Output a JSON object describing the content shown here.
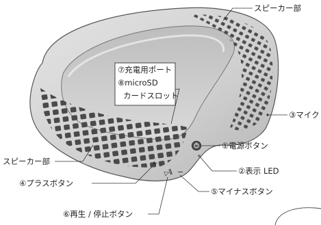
{
  "diagram": {
    "labels": {
      "speaker_top": "スピーカー部",
      "charge_port": "⑦充電用ポート",
      "microsd": "⑧microSD",
      "card_slot": "カードスロット",
      "mic": "③マイク",
      "power_button": "①電源ボタン",
      "led": "②表示 LED",
      "speaker_left": "スピーカー部",
      "plus_button": "④プラスボタン",
      "minus_button": "⑤マイナスボタン",
      "play_pause": "⑥再生 / 停止ボタン"
    },
    "button_marks": {
      "plus": "+",
      "play": "▷ǁ",
      "minus": "−"
    },
    "colors": {
      "body": "#cfcfcf",
      "body_shade": "#b9b9b9",
      "holes": "#505050",
      "callout_border": "#333333"
    }
  }
}
